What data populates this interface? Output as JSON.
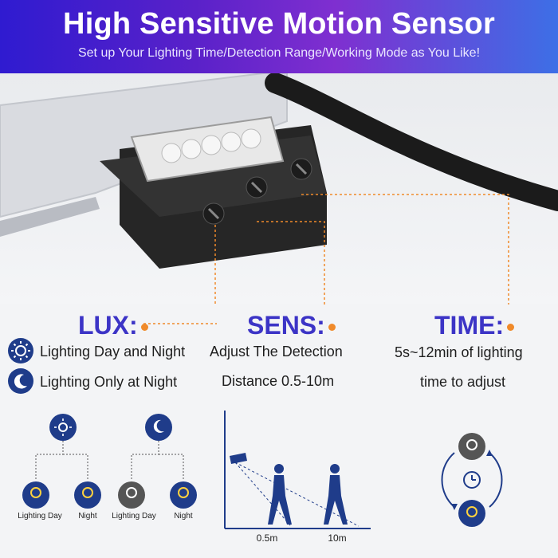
{
  "banner": {
    "title": "High Sensitive Motion Sensor",
    "subtitle": "Set up Your Lighting Time/Detection Range/Working Mode as You Like!"
  },
  "lux": {
    "label": "LUX:",
    "option1": "Lighting Day and Night",
    "option2": "Lighting Only at Night"
  },
  "sens": {
    "label": "SENS:",
    "line1": "Adjust The Detection",
    "line2": "Distance 0.5-10m"
  },
  "time": {
    "label": "TIME:",
    "line1": "5s~12min of lighting",
    "line2": "time to adjust"
  },
  "diagram": {
    "day_mode": {
      "left": "Lighting Day",
      "right": "Night"
    },
    "night_mode": {
      "left": "Lighting Day",
      "right": "Night"
    },
    "distance_near": "0.5m",
    "distance_far": "10m"
  },
  "colors": {
    "accent_blue": "#1f3c8a",
    "accent_orange": "#f08a2a",
    "label_purple": "#3c34c6"
  }
}
